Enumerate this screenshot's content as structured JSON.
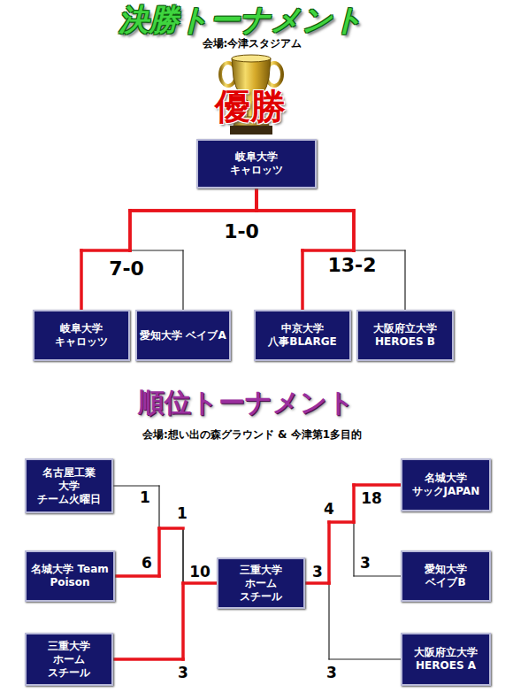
{
  "diagram": {
    "title": "決勝トーナメント",
    "nodes": [
      {
        "text": [
          "岐阜大学 キャロッツ"
        ]
      },
      {
        "text": [
          "岐阜大学 キャロッツ"
        ]
      },
      {
        "text": [
          "愛知大学 ベイブA"
        ]
      },
      {
        "text": [
          "中京大学 八事BLARGE"
        ]
      },
      {
        "text": [
          "大阪府立大学 HEROES B"
        ]
      },
      {
        "text": [
          "名古屋工業 大学 チーム火曜日"
        ]
      },
      {
        "text": [
          "名城大学 Team Poison"
        ]
      },
      {
        "text": [
          "三重大学 ホーム スチール"
        ]
      },
      {
        "text": [
          "三重大学 ホーム スチール"
        ]
      },
      {
        "text": [
          "名城大学 サックJAPAN"
        ]
      },
      {
        "text": [
          "愛知大学 ベイブB"
        ]
      },
      {
        "text": [
          "大阪府立大学 HEROES A"
        ]
      }
    ],
    "edges": [
      {
        "from": 1,
        "to": 0,
        "arrow": "none"
      },
      {
        "from": 2,
        "to": 0,
        "arrow": "none"
      },
      {
        "from": 3,
        "to": 0,
        "arrow": "none"
      },
      {
        "from": 4,
        "to": 0,
        "arrow": "none"
      },
      {
        "from": 5,
        "to": 8,
        "arrow": "none"
      },
      {
        "from": 6,
        "to": 8,
        "arrow": "none"
      },
      {
        "from": 7,
        "to": 8,
        "arrow": "none"
      },
      {
        "from": 9,
        "to": 8,
        "arrow": "none"
      },
      {
        "from": 10,
        "to": 8,
        "arrow": "none"
      },
      {
        "from": 11,
        "to": 8,
        "arrow": "none"
      }
    ],
    "labels": [
      "会場:今津スタジアム",
      "優勝",
      "1-0",
      "7-0",
      "13-2",
      "順位トーナメント",
      "会場:想い出の森グラウンド & 今津第1多目的",
      "1",
      "6",
      "1",
      "10",
      "3",
      "3",
      "4",
      "18",
      "3",
      "3"
    ]
  }
}
